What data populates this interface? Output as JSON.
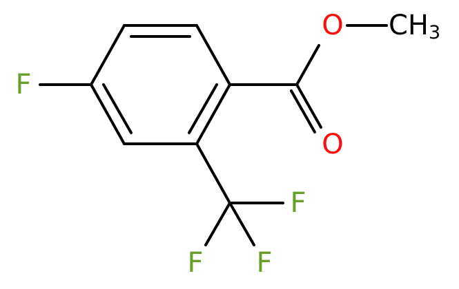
{
  "molecule": {
    "atoms": {
      "f_ring": {
        "symbol": "F",
        "color": "#6a9e2b"
      },
      "o_carbonyl": {
        "symbol": "O",
        "color": "#ff0d0d"
      },
      "o_ester": {
        "symbol": "O",
        "color": "#ff0d0d"
      },
      "methyl": {
        "symbol": "CH",
        "subscript": "3",
        "color": "#000000"
      },
      "f_cf3_1": {
        "symbol": "F",
        "color": "#6a9e2b"
      },
      "f_cf3_2": {
        "symbol": "F",
        "color": "#6a9e2b"
      },
      "f_cf3_3": {
        "symbol": "F",
        "color": "#6a9e2b"
      }
    },
    "bond_color": "#000000",
    "background": "#ffffff"
  }
}
